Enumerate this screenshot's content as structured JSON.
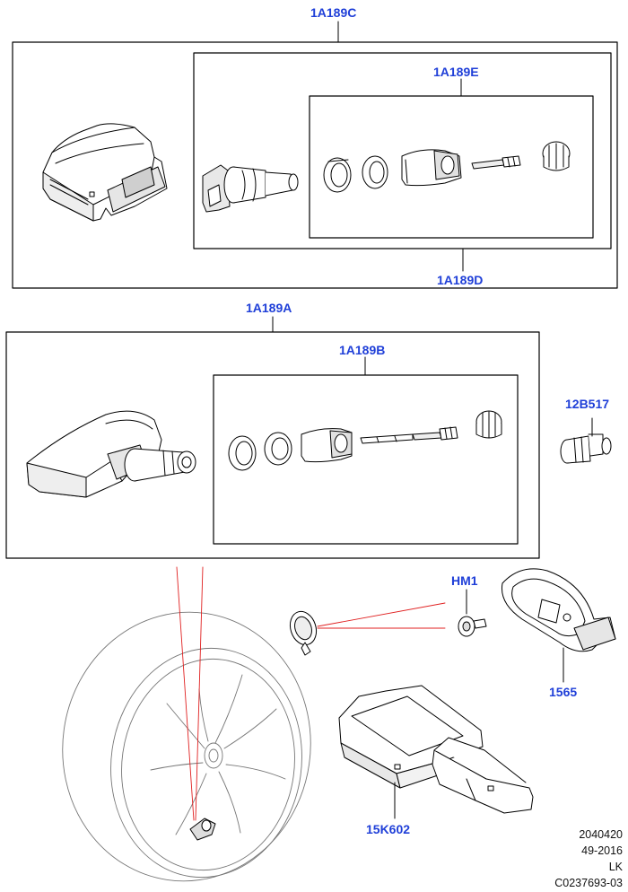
{
  "callouts": {
    "c_1a189c": "1A189C",
    "c_1a189e": "1A189E",
    "c_1a189d": "1A189D",
    "c_1a189a": "1A189A",
    "c_1a189b": "1A189B",
    "c_12b517": "12B517",
    "c_hm1": "HM1",
    "c_1565": "1565",
    "c_15k602": "15K602"
  },
  "reference": {
    "line1": "2040420",
    "line2": "49-2016",
    "line3": "LK",
    "line4": "C0237693-03"
  },
  "colors": {
    "callout": "#1f3fd8",
    "leader": "#000000",
    "sight_lines": "#e02020"
  }
}
